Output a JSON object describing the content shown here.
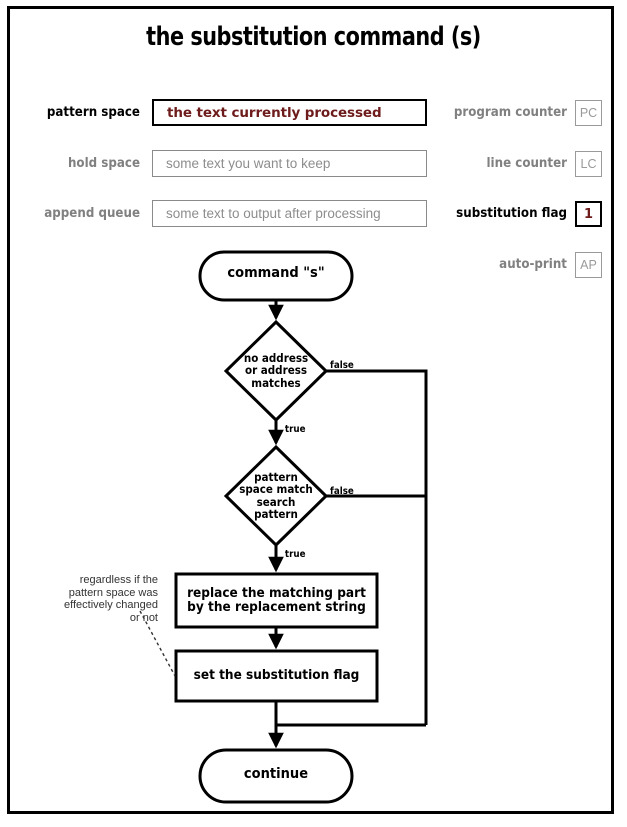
{
  "title": "the substitution command (s)",
  "registers": {
    "left": [
      {
        "label": "pattern space",
        "value": "the text currently processed",
        "state": "active"
      },
      {
        "label": "hold space",
        "value": "some text you want to keep",
        "state": "inactive"
      },
      {
        "label": "append queue",
        "value": "some text to output after processing",
        "state": "inactive"
      }
    ],
    "right": [
      {
        "label": "program counter",
        "value": "PC",
        "state": "inactive"
      },
      {
        "label": "line counter",
        "value": "LC",
        "state": "inactive"
      },
      {
        "label": "substitution flag",
        "value": "1",
        "state": "active"
      },
      {
        "label": "auto-print",
        "value": "AP",
        "state": "inactive"
      }
    ]
  },
  "flowchart": {
    "start": "command \"s\"",
    "decision_1": "no address\nor address\nmatches",
    "decision_1_true": "true",
    "decision_1_false": "false",
    "decision_2": "pattern\nspace match\nsearch\npattern",
    "decision_2_true": "true",
    "decision_2_false": "false",
    "action_1": "replace the matching part\nby the replacement string",
    "action_2": "set the substitution flag",
    "end": "continue",
    "annotation": "regardless if the\npattern space was\neffectively changed\nor not"
  },
  "colors": {
    "accent_red": "#6e1b1b",
    "muted_gray": "#808080",
    "border_gray": "#8a8a8a",
    "ink": "#000000",
    "background": "#ffffff"
  }
}
